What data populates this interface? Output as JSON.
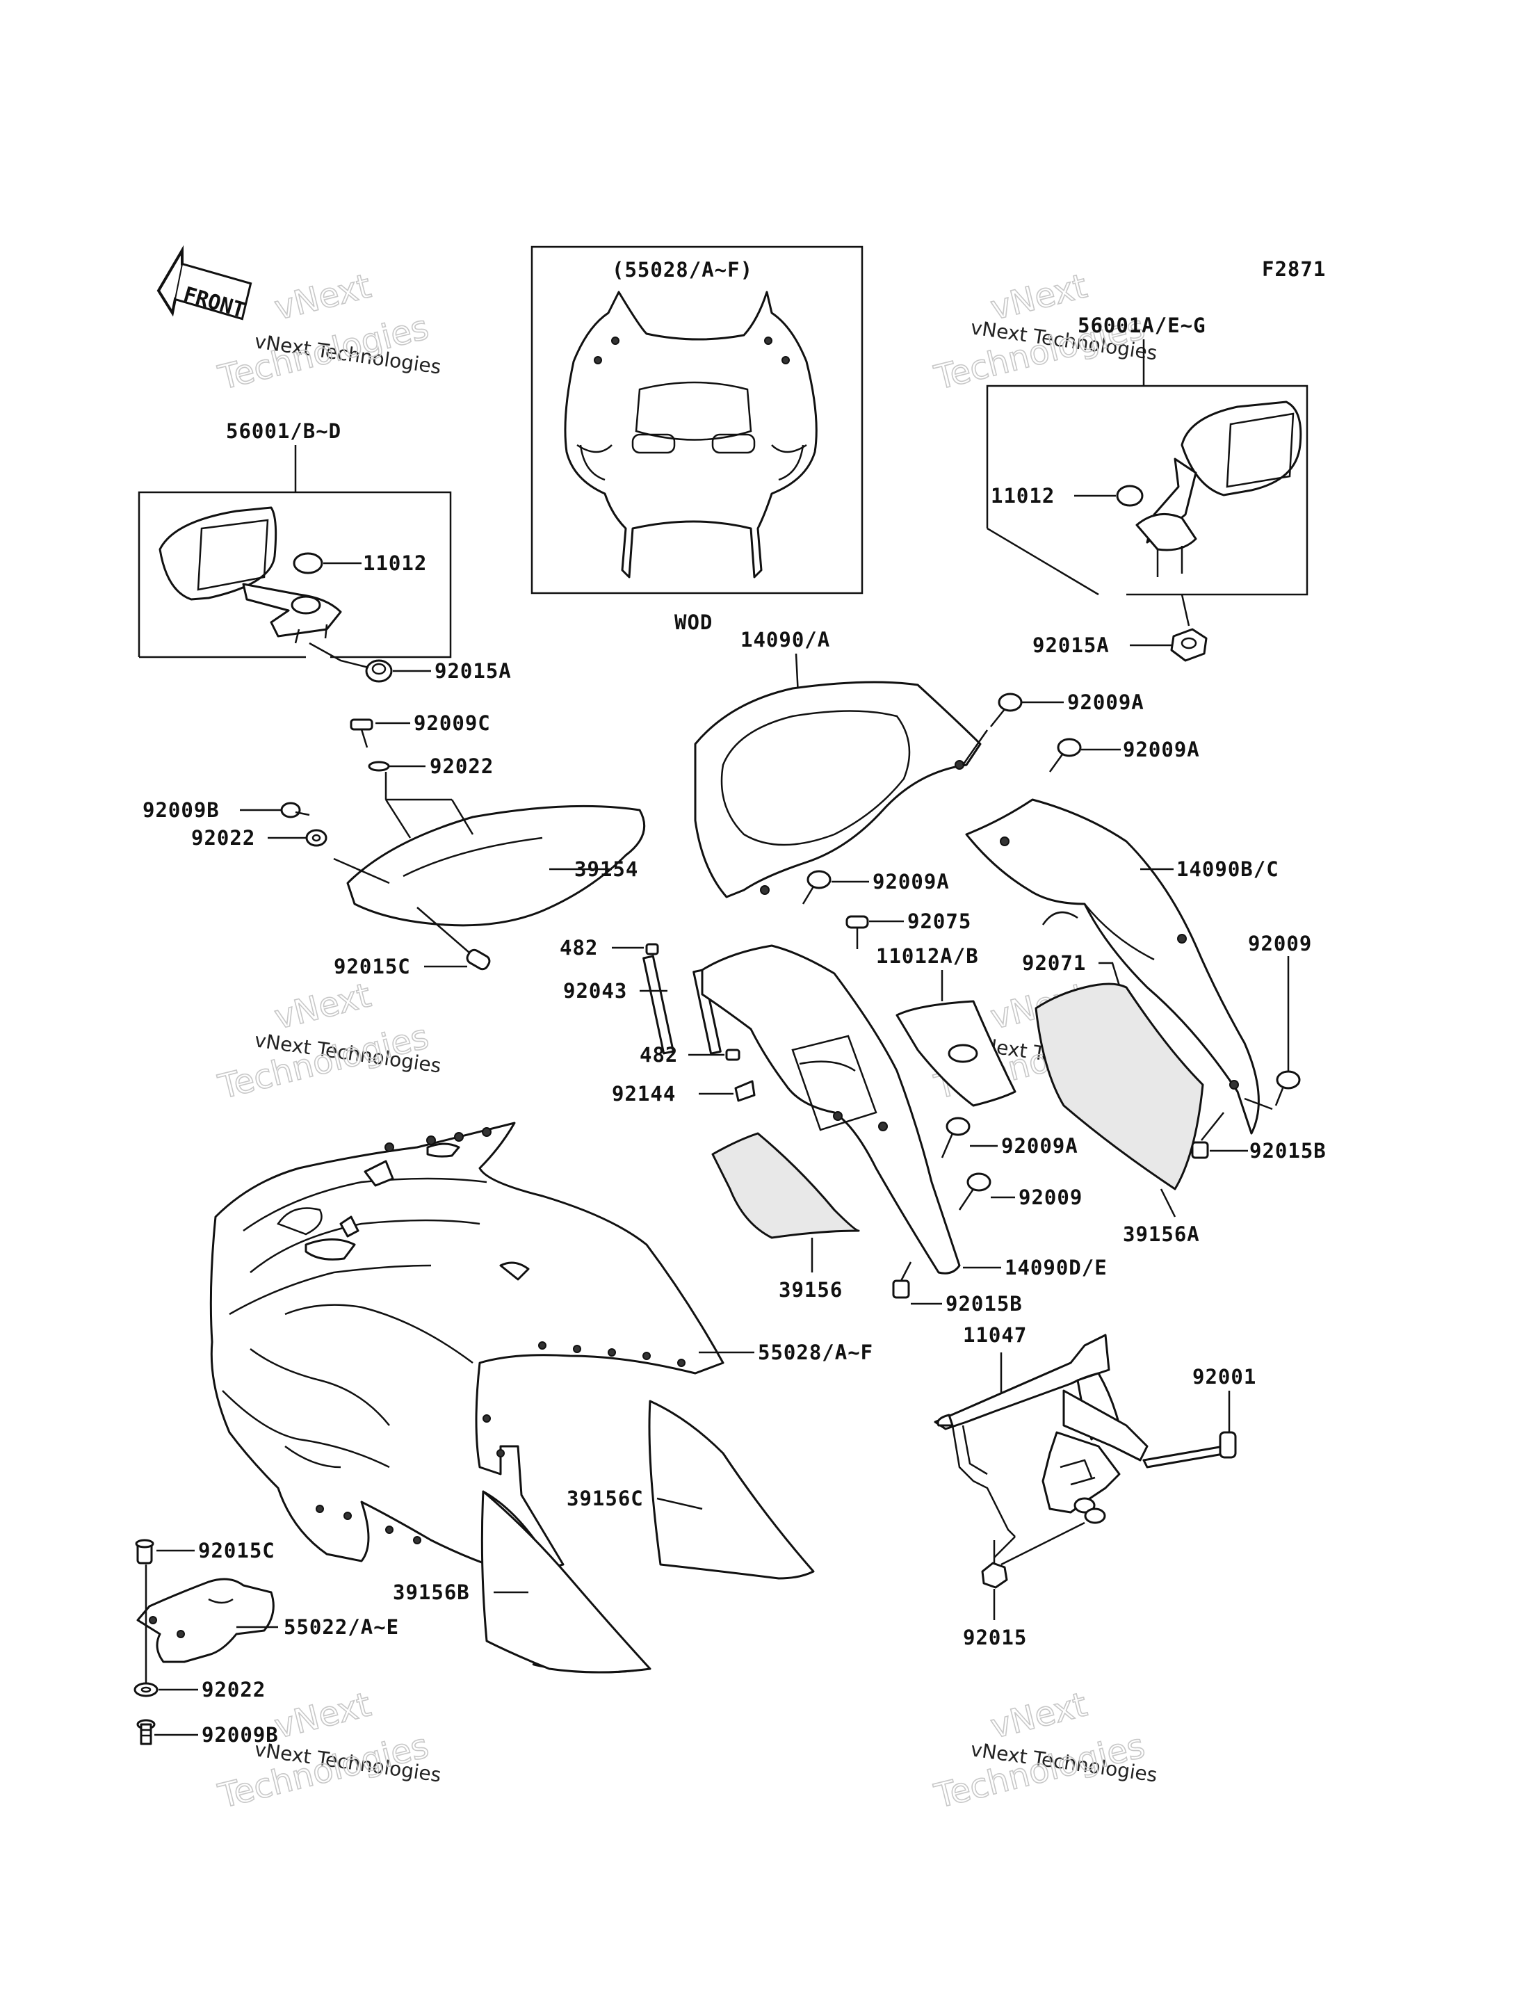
{
  "figure_code": "F2871",
  "front_badge": "FRONT",
  "parts": {
    "windshield_box_title": "(55028/A~F)",
    "wod": "WOD",
    "mirror_left": "56001/B~D",
    "mirror_right": "56001A/E~G",
    "cap_left": "11012",
    "cap_right": "11012",
    "nut_left": "92015A",
    "nut_right": "92015A",
    "inner_cover_a": "14090/A",
    "bolt_a1": "92009A",
    "bolt_a2": "92009A",
    "bolt_a3": "92009A",
    "bolt_a4": "92009A",
    "bolt_c": "92009C",
    "washer_1": "92022",
    "bolt_b1": "92009B",
    "washer_2": "92022",
    "trim_39154": "39154",
    "clip_c1": "92015C",
    "cover_bc": "14090B/C",
    "pin_482_1": "482",
    "shaft_92043": "92043",
    "pin_482_2": "482",
    "clip_92144": "92144",
    "clip_92075": "92075",
    "cap_11012ab": "11012A/B",
    "grommet_92071": "92071",
    "bolt_92009_r": "92009",
    "clip_b1": "92015B",
    "trim_39156a": "39156A",
    "bolt_92009_c": "92009",
    "cover_de": "14090D/E",
    "trim_39156": "39156",
    "clip_b2": "92015B",
    "cowl_main": "55028/A~F",
    "bracket_11047": "11047",
    "bolt_92001": "92001",
    "trim_39156c": "39156C",
    "trim_39156b": "39156B",
    "nut_92015": "92015",
    "clip_c2": "92015C",
    "cover_55022": "55022/A~E",
    "washer_3": "92022",
    "bolt_b2": "92009B"
  },
  "watermark": {
    "line1": "vNext",
    "line2": "vNext Technologies",
    "line3": "Technologies"
  }
}
